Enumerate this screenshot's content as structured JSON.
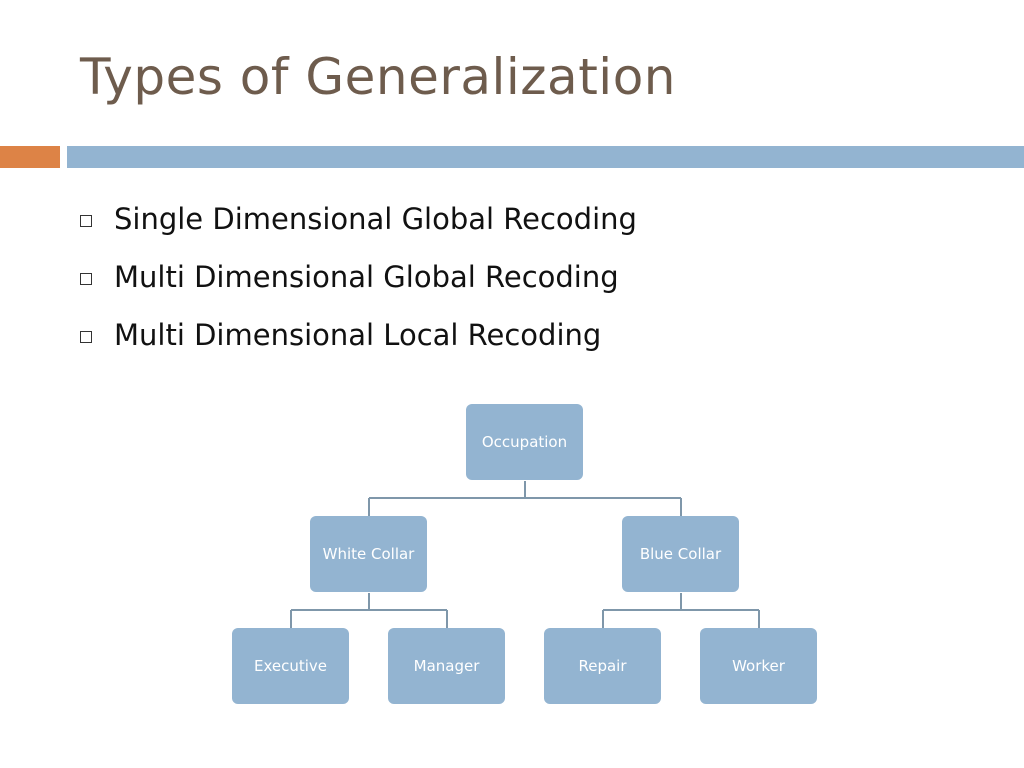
{
  "slide": {
    "title": "Types of Generalization",
    "accent_colors": {
      "orange": "#dd8346",
      "blue": "#93b4d1",
      "title": "#6e5c4d"
    },
    "bullets": [
      "Single Dimensional Global Recoding",
      "Multi Dimensional Global Recoding",
      "Multi Dimensional Local Recoding"
    ],
    "hierarchy": {
      "root": "Occupation",
      "left": "White Collar",
      "right": "Blue Collar",
      "left_children": [
        "Executive",
        "Manager"
      ],
      "right_children": [
        "Repair",
        "Worker"
      ]
    }
  }
}
